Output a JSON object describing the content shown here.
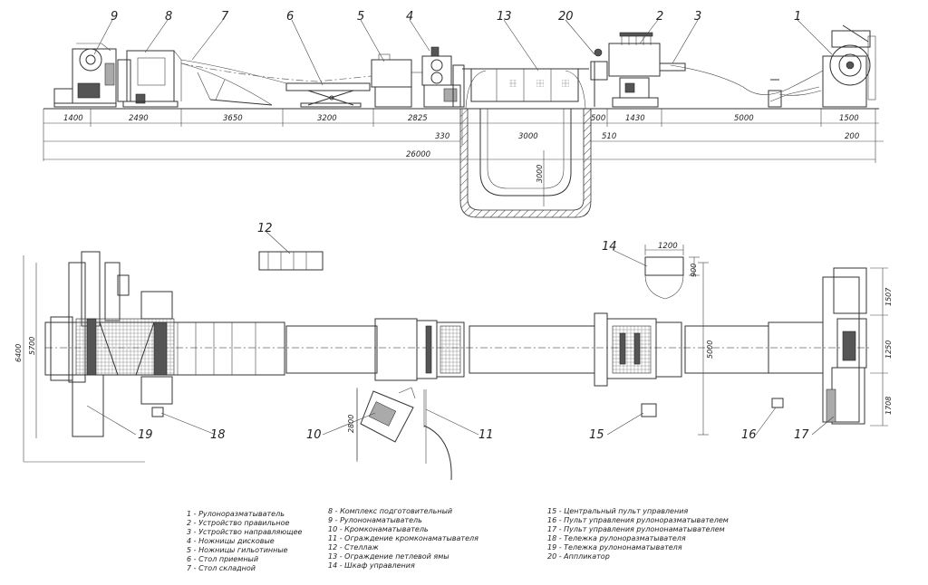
{
  "callouts_top": [
    "9",
    "8",
    "7",
    "6",
    "5",
    "4",
    "13",
    "20",
    "2",
    "3",
    "1"
  ],
  "callouts_plan": [
    "12",
    "14",
    "10",
    "11",
    "15",
    "16",
    "17",
    "18",
    "19"
  ],
  "dims_top": [
    "1400",
    "2490",
    "3650",
    "3200",
    "2825",
    "500",
    "1430",
    "5000",
    "1500",
    "330",
    "3000",
    "510",
    "200",
    "26000",
    "3000"
  ],
  "dims_plan": [
    "1200",
    "900",
    "5700",
    "6400",
    "2800",
    "5000",
    "1507",
    "1250",
    "1708"
  ],
  "legend": {
    "col1": [
      "1 - Рулоноразматыватель",
      "2 - Устройство правильное",
      "3 - Устройство направляющее",
      "4 - Ножницы дисковые",
      "5 - Ножницы гильотинные",
      "6 - Стол приемный",
      "7 - Стол складной"
    ],
    "col2": [
      "8 - Комплекс подготовительный",
      "9 - Рулононаматыватель",
      "10 - Кромконаматыватель",
      "11 - Ограждение кромконаматывателя",
      "12 - Стеллаж",
      "13 - Ограждение петлевой ямы",
      "14 - Шкаф управления"
    ],
    "col3": [
      "15 - Центральный пульт управления",
      "16 - Пульт управления рулоноразматывателем",
      "17 - Пульт управления рулононаматывателем",
      "18 - Тележка рулоноразматывателя",
      "19 - Тележка рулононаматывателя",
      "20 - Аппликатор"
    ]
  }
}
